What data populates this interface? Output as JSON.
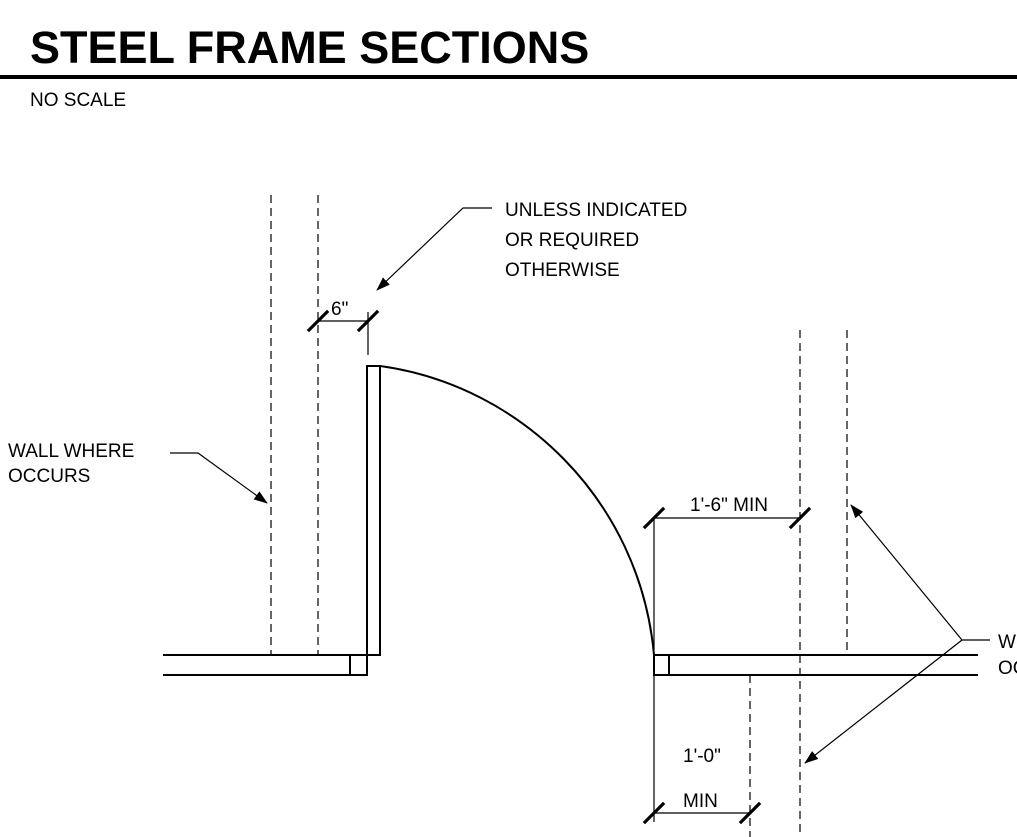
{
  "header": {
    "title": "STEEL FRAME SECTIONS",
    "subtitle": "NO SCALE"
  },
  "notes": {
    "top_note": [
      "UNLESS INDICATED",
      "OR REQUIRED",
      "OTHERWISE"
    ],
    "wall_left": [
      "WALL WHERE",
      "OCCURS"
    ],
    "wall_right": [
      "W",
      "OC"
    ]
  },
  "dimensions": {
    "jamb_offset": "6\"",
    "clearance": "1'-6\" MIN",
    "bottom_value": "1'-0\"",
    "bottom_min": "MIN"
  }
}
